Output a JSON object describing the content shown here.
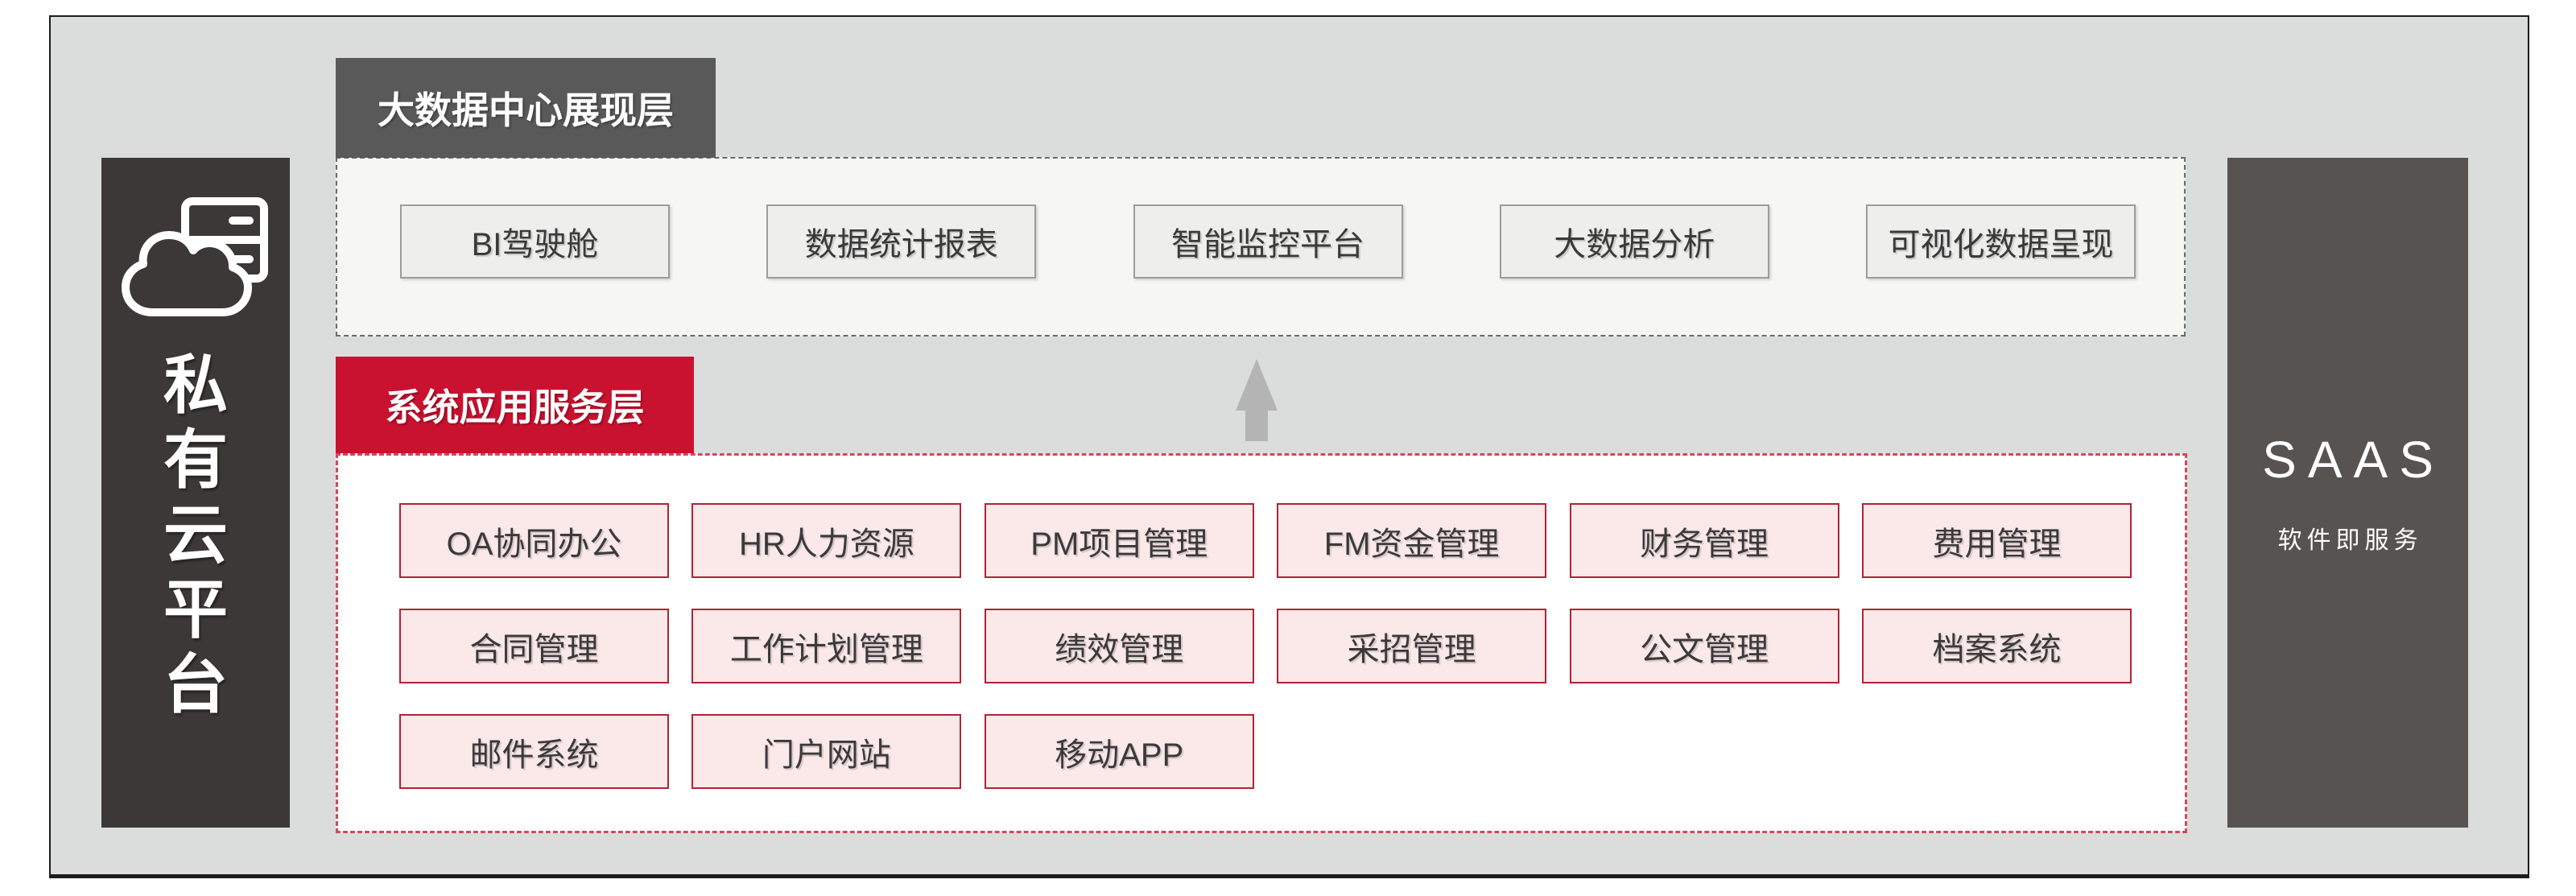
{
  "colors": {
    "bg_canvas": "#dbdcdc",
    "frame_border": "#1c1c1c",
    "dark_header": "#595959",
    "accent_red": "#c9122f",
    "left_bar": "#3b3837",
    "right_bar": "#575350",
    "pres_area_bg": "#f6f6f5",
    "pres_box_fill": "#eeeeed",
    "pres_box_border": "#9c9c9c",
    "svc_box_fill": "#fbe8e8",
    "svc_box_border": "#b02337",
    "dash_gray": "#6a6a6a",
    "dash_red": "#d4475a",
    "arrow_gray": "#b4b4b4",
    "text_dark": "#3a3a3a"
  },
  "icons": {
    "left_bar": "cloud-server-icon",
    "between_layers": "arrow-up-icon"
  },
  "left_bar": {
    "title": "私有云平台",
    "chars": [
      "私",
      "有",
      "云",
      "平",
      "台"
    ]
  },
  "presentation_layer": {
    "header": "大数据中心展现层",
    "boxes": [
      "BI驾驶舱",
      "数据统计报表",
      "智能监控平台",
      "大数据分析",
      "可视化数据呈现"
    ]
  },
  "service_layer": {
    "header": "系统应用服务层",
    "boxes": [
      "OA协同办公",
      "HR人力资源",
      "PM项目管理",
      "FM资金管理",
      "财务管理",
      "费用管理",
      "合同管理",
      "工作计划管理",
      "绩效管理",
      "采招管理",
      "公文管理",
      "档案系统",
      "邮件系统",
      "门户网站",
      "移动APP"
    ]
  },
  "right_bar": {
    "title": "SAAS",
    "subtitle": "软件即服务"
  }
}
